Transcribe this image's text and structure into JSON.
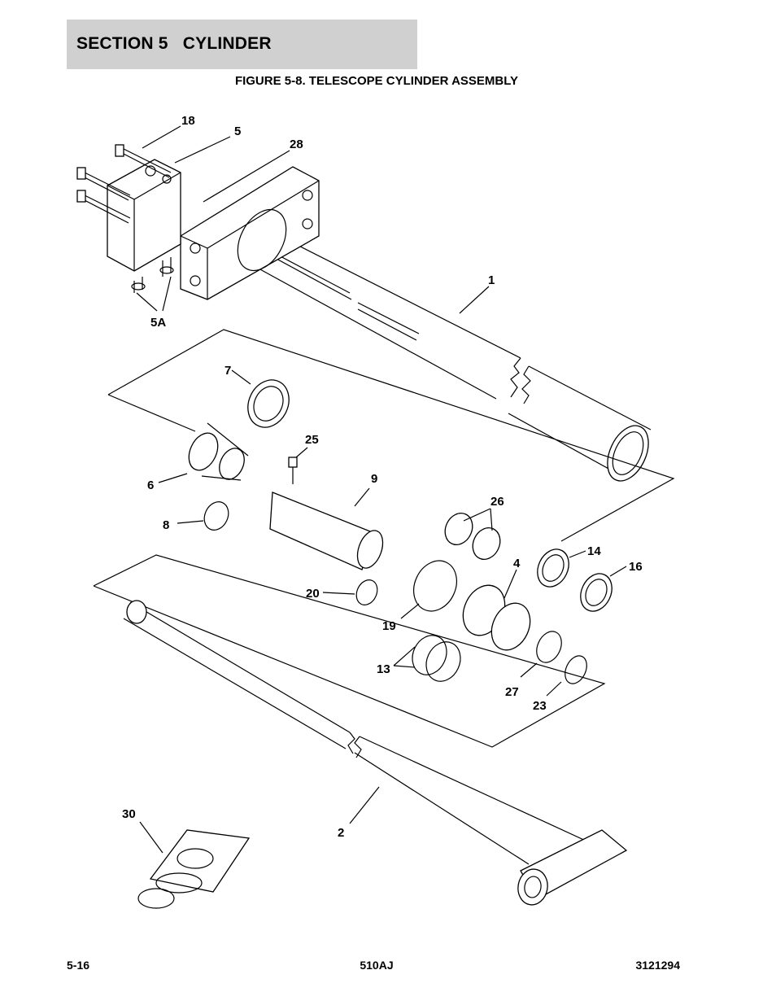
{
  "header": {
    "section": "SECTION 5",
    "title": "CYLINDER"
  },
  "figure": {
    "title": "FIGURE 5-8. TELESCOPE CYLINDER ASSEMBLY",
    "callouts": [
      "18",
      "5",
      "28",
      "1",
      "5A",
      "7",
      "25",
      "6",
      "9",
      "26",
      "8",
      "14",
      "4",
      "16",
      "20",
      "19",
      "13",
      "27",
      "23",
      "30",
      "2"
    ]
  },
  "footer": {
    "page": "5-16",
    "model": "510AJ",
    "doc_number": "3121294"
  }
}
